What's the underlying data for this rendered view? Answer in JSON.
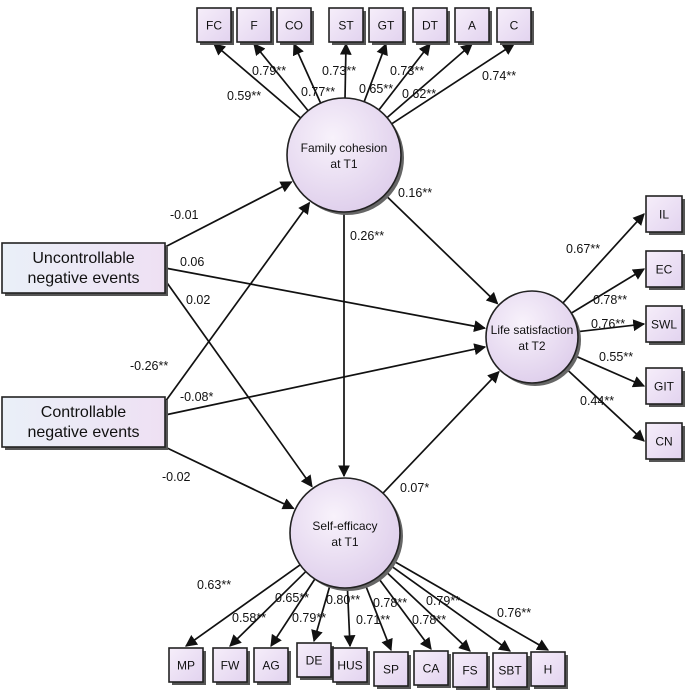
{
  "constructs": {
    "family_cohesion": [
      "Family cohesion",
      "at T1"
    ],
    "life_satisfaction": [
      "Life satisfaction",
      "at T2"
    ],
    "self_efficacy": [
      "Self-efficacy",
      "at T1"
    ],
    "uncontrollable": [
      "Uncontrollable",
      "negative events"
    ],
    "controllable": [
      "Controllable",
      "negative events"
    ]
  },
  "indicators": {
    "family_cohesion": [
      "FC",
      "F",
      "CO",
      "ST",
      "GT",
      "DT",
      "A",
      "C"
    ],
    "life_satisfaction": [
      "IL",
      "EC",
      "SWL",
      "GIT",
      "CN"
    ],
    "self_efficacy": [
      "MP",
      "FW",
      "AG",
      "DE",
      "HUS",
      "SP",
      "CA",
      "FS",
      "SBT",
      "H"
    ]
  },
  "loadings": {
    "family_cohesion": [
      "0.59**",
      "0.79**",
      "0.77**",
      "0.73**",
      "0.65**",
      "0.73**",
      "0.62**",
      "0.74**"
    ],
    "life_satisfaction": [
      "0.67**",
      "0.78**",
      "0.76**",
      "0.55**",
      "0.44**"
    ],
    "self_efficacy": [
      "0.63**",
      "0.58**",
      "0.65**",
      "0.79**",
      "0.80**",
      "0.71**",
      "0.78**",
      "0.78**",
      "0.79**",
      "0.76**"
    ]
  },
  "paths": {
    "uncontrollable_to_family": "-0.01",
    "uncontrollable_to_life": "0.06",
    "uncontrollable_to_self": "0.02",
    "controllable_to_family": "-0.26**",
    "controllable_to_life": "-0.08*",
    "controllable_to_self": "-0.02",
    "family_to_life": "0.16**",
    "family_to_self": "0.26**",
    "self_to_life": "0.07*"
  }
}
